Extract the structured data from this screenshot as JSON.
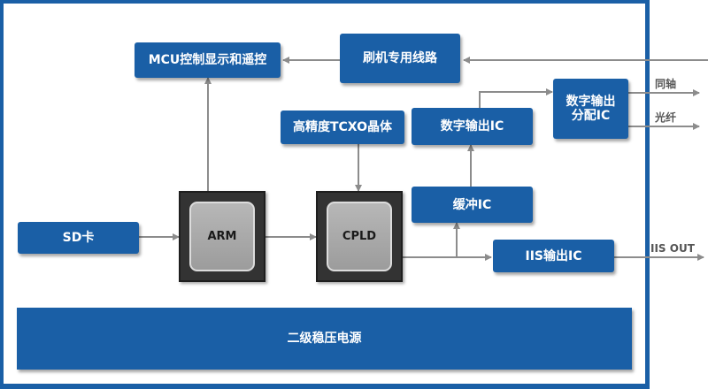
{
  "blocks": {
    "mcu": "MCU控制显示和遥控",
    "flash": "刷机专用线路",
    "tcxo": "高精度TCXO晶体",
    "dig_out": "数字输出IC",
    "dig_dist": "数字输出\n分配IC",
    "buffer": "缓冲IC",
    "sd": "SD卡",
    "arm": "ARM",
    "cpld": "CPLD",
    "iis": "IIS输出IC",
    "power": "二级稳压电源"
  },
  "outputs": {
    "coax": "同轴",
    "optical": "光纤",
    "iis_out": "IIS OUT"
  },
  "colors": {
    "block_blue": "#1a5fa6",
    "wire_gray": "#8c8c8c",
    "chip_dark": "#333333"
  }
}
